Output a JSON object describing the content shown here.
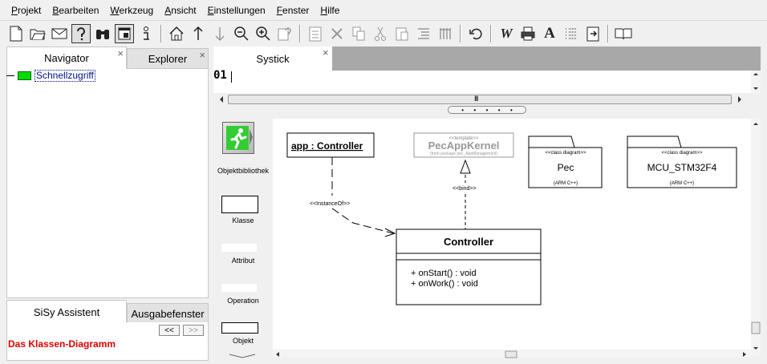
{
  "menu": [
    {
      "u": "P",
      "rest": "rojekt"
    },
    {
      "u": "B",
      "rest": "earbeiten"
    },
    {
      "u": "W",
      "rest": "erkzeug"
    },
    {
      "u": "A",
      "rest": "nsicht"
    },
    {
      "u": "E",
      "rest": "instellungen"
    },
    {
      "u": "F",
      "rest": "enster"
    },
    {
      "u": "H",
      "rest": "ilfe"
    }
  ],
  "left_panel": {
    "tabs": {
      "navigator": "Navigator",
      "explorer": "Explorer"
    },
    "close_glyph": "×",
    "tree": {
      "node_label": "Schnellzugriff"
    }
  },
  "assistant": {
    "tabs": {
      "assistant": "SiSy Assistent",
      "output": "Ausgabefenster"
    },
    "prev": "<<",
    "next": ">>",
    "title": "Das Klassen-Diagramm"
  },
  "editor": {
    "tab": "Systick",
    "close_glyph": "×",
    "code_line": "01",
    "scroll_thumb": "III"
  },
  "toolbox": {
    "items": [
      "Objektbibliothek",
      "Klasse",
      "Attribut",
      "Operation",
      "Objekt"
    ]
  },
  "diagram": {
    "object_instance": "app : Controller",
    "instance_of_label": "<<InstanceOf>>",
    "template_stereotype": "<<template>>",
    "template_name": "PecAppKernel",
    "template_package": "(from package pec_AppManagement)",
    "bind_label": "<<bind>>",
    "class_name": "Controller",
    "operations": [
      "+ onStart() : void",
      "+ onWork() : void"
    ],
    "packages": [
      {
        "stereotype": "<<class diagram>>",
        "name": "Pec",
        "note": "{ARM C++}"
      },
      {
        "stereotype": "<<class diagram>>",
        "name": "MCU_STM32F4",
        "note": "{ARM C++}"
      }
    ]
  }
}
